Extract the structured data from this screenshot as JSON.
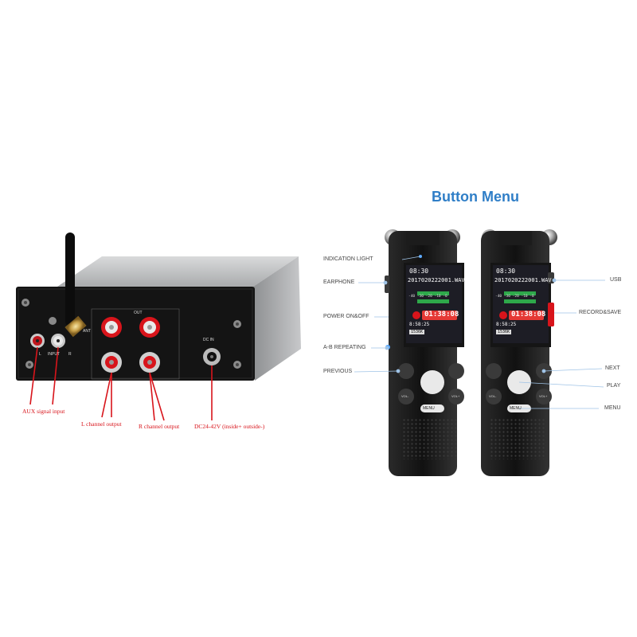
{
  "amplifier": {
    "panel_out": "OUT",
    "panel_input": "INPUT",
    "panel_ant": "ANT",
    "panel_dc_in": "DC IN",
    "panel_l": "L",
    "panel_r": "R",
    "callouts": {
      "aux": "AUX signal input",
      "l_channel": "L channel output",
      "r_channel": "R channel output",
      "dc": "DC24-42V (inside+ outside-)"
    },
    "accent_color": "#d8141b"
  },
  "recorder": {
    "title": "Button Menu",
    "title_color": "#2f7ec7",
    "left_labels": {
      "indication_light": "INDICATION LIGHT",
      "earphone": "EARPHONE",
      "power": "POWER ON&OFF",
      "ab_repeat": "A-B REPEATING",
      "previous": "PREVIOUS"
    },
    "right_labels": {
      "usb": "USB",
      "record_save": "RECORD&SAVE",
      "next": "NEXT",
      "play": "PLAY",
      "menu": "MENU"
    },
    "screen": {
      "clock": "08:30",
      "filename": "2017020222001.WAV",
      "scale": "-40 -30 -20 -10 -0",
      "elapsed": "01:38:08",
      "remaining": "8:58:25",
      "bitrate": "1536K"
    },
    "button_menu": "MENU",
    "button_vol_minus": "VOL-",
    "button_vol_plus": "VOL+"
  }
}
